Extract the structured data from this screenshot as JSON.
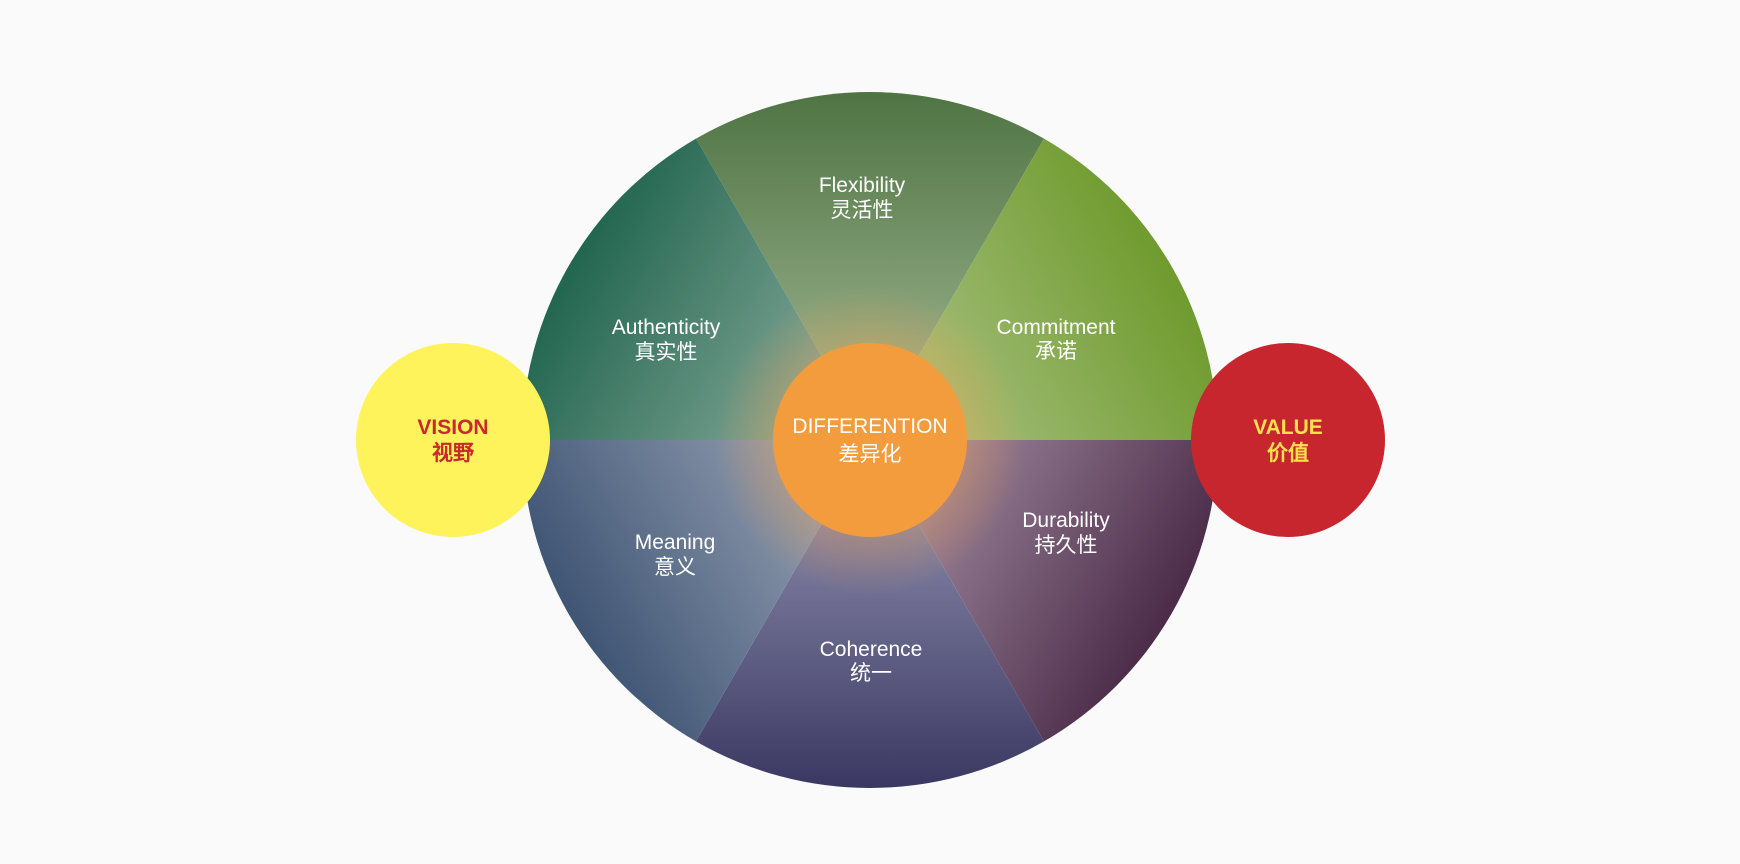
{
  "center": {
    "label_en": "DIFFERENTION",
    "label_zh": "差异化",
    "color": "#f39c3e"
  },
  "segments": [
    {
      "key": "flexibility",
      "label_en": "Flexibility",
      "label_zh": "灵活性",
      "color_outer": "#4f7443",
      "color_inner": "#9cb38f"
    },
    {
      "key": "commitment",
      "label_en": "Commitment",
      "label_zh": "承诺",
      "color_outer": "#6f9b2e",
      "color_inner": "#a9c183"
    },
    {
      "key": "durability",
      "label_en": "Durability",
      "label_zh": "持久性",
      "color_outer": "#4b2b48",
      "color_inner": "#a48ea3"
    },
    {
      "key": "coherence",
      "label_en": "Coherence",
      "label_zh": "统一",
      "color_outer": "#3a3862",
      "color_inner": "#8f8faf"
    },
    {
      "key": "meaning",
      "label_en": "Meaning",
      "label_zh": "意义",
      "color_outer": "#3f5574",
      "color_inner": "#9aa4b6"
    },
    {
      "key": "authenticity",
      "label_en": "Authenticity",
      "label_zh": "真实性",
      "color_outer": "#22664f",
      "color_inner": "#88aa9d"
    }
  ],
  "vision": {
    "label_en": "VISION",
    "label_zh": "视野",
    "fill_color": "#fff35c",
    "text_color": "#c8292f"
  },
  "value": {
    "label_en": "VALUE",
    "label_zh": "价值",
    "fill_color": "#c8262f",
    "text_color": "#ffe04f"
  }
}
